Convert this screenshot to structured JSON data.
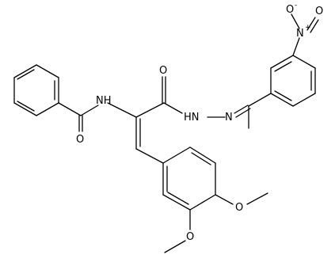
{
  "molecule": {
    "atoms": {
      "o_carbonyl_top": "O",
      "nh_amide": "NH",
      "o_amide": "O",
      "hn_hydrazide": "HN",
      "n_imine": "N",
      "n_nitro": "N",
      "n_nitro_charge": "+",
      "o_nitro_left": "O",
      "o_nitro_left_charge": "-",
      "o_nitro_right": "O",
      "o_methoxy_4": "O",
      "o_methoxy_3": "O"
    }
  }
}
